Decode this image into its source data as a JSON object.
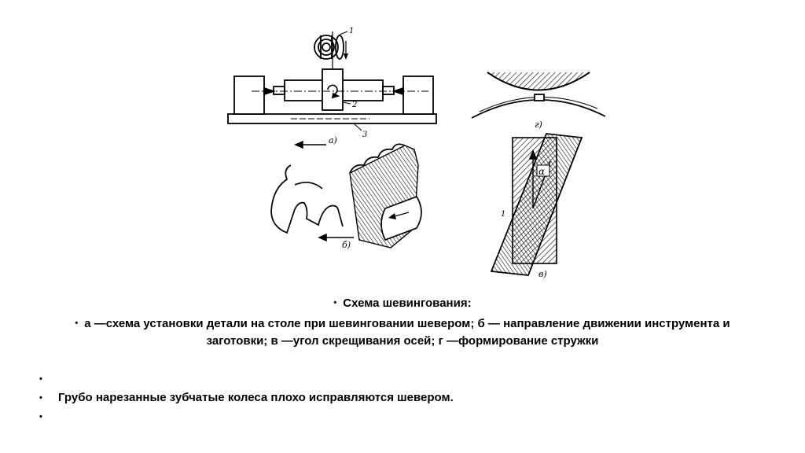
{
  "figure": {
    "labels": {
      "a": "а)",
      "b": "б)",
      "v": "в)",
      "g": "г)",
      "alpha": "α",
      "n1": "1",
      "n2": "2",
      "n3": "3",
      "n1v": "1"
    }
  },
  "caption": {
    "bullet": "•",
    "title": "Схема шевингования:",
    "description": "а —схема установки детали на столе при  шевинговании шевером; б — направление движении инструмента    и заготовки;    в —угол скрещивания осей; г —формирование стружки"
  },
  "bullets": [
    {
      "dot": "•",
      "text": ""
    },
    {
      "dot": "•",
      "text": "Грубо нарезанные зубчатые колеса плохо исправляются шевером."
    },
    {
      "dot": "•",
      "text": ""
    }
  ]
}
